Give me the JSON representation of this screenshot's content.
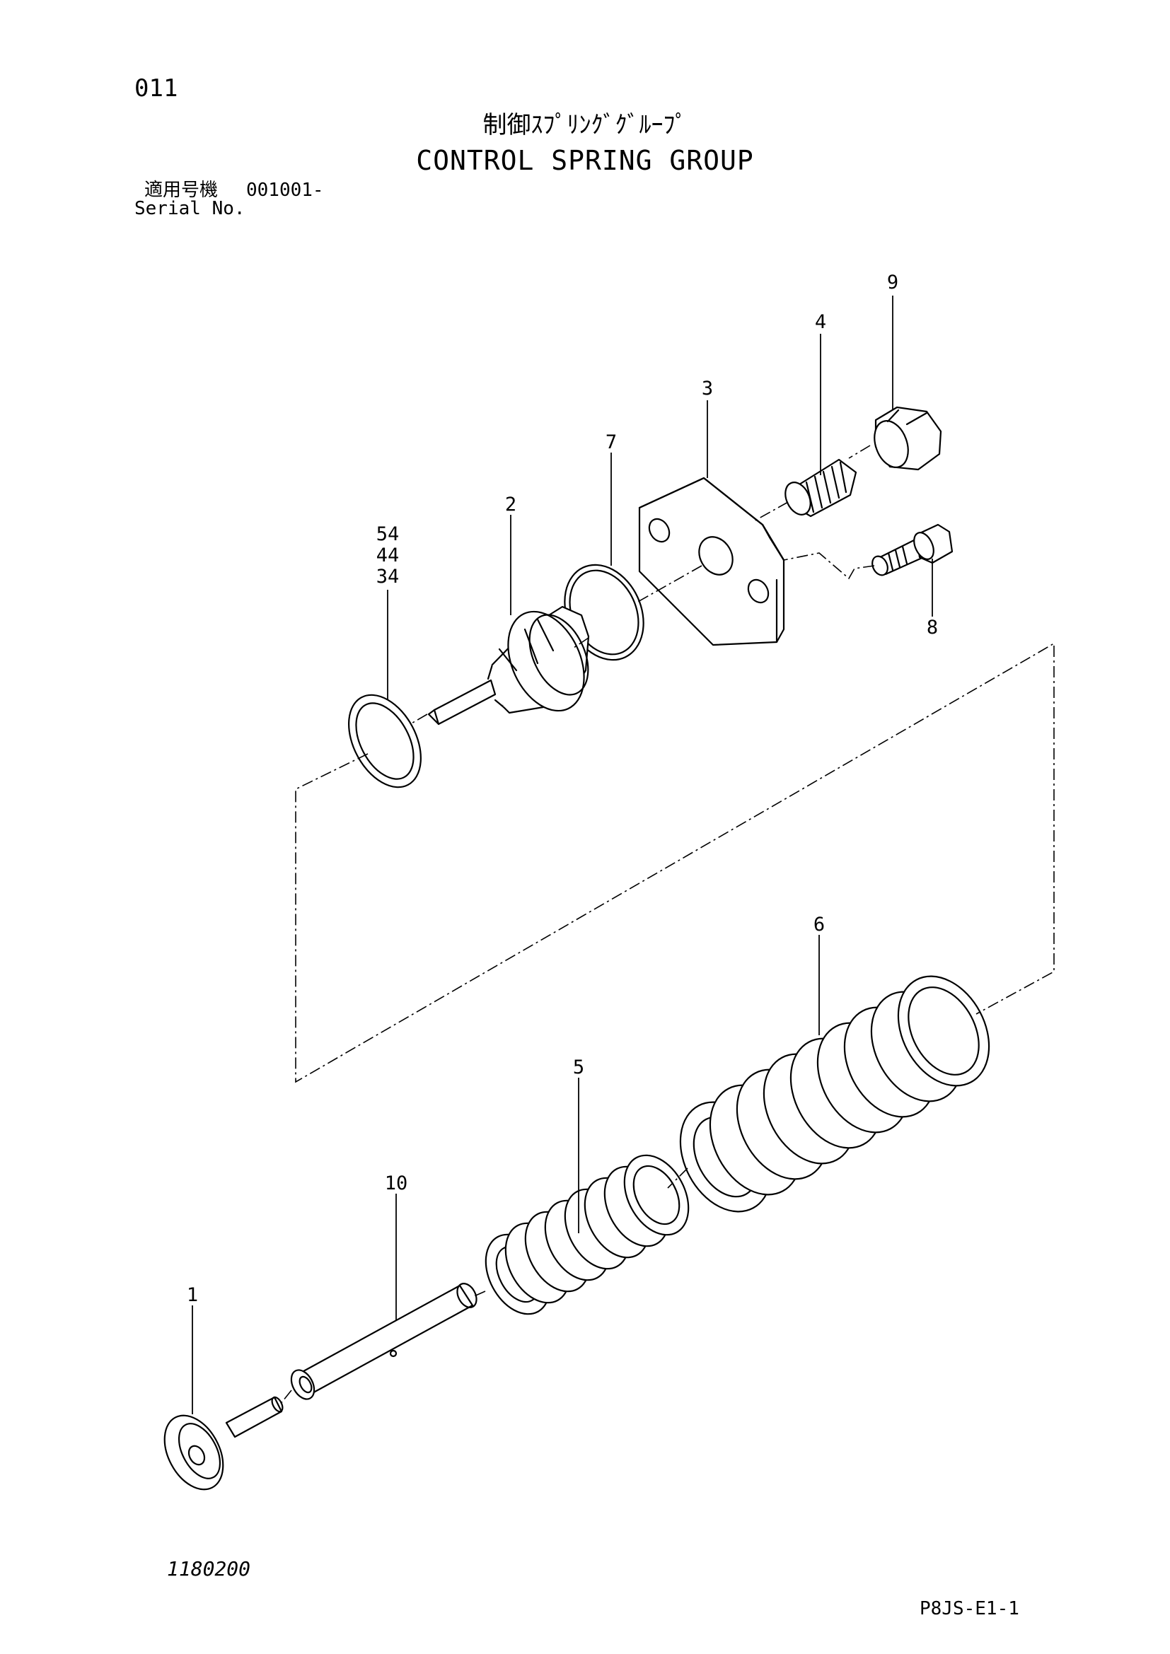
{
  "header": {
    "page_number": "011",
    "title_jp": "制御ｽﾌﾟﾘﾝｸﾞｸﾞﾙｰﾌﾟ",
    "title_en": "CONTROL SPRING GROUP",
    "applicable_label": "適用号機",
    "serial_from": "001001-",
    "serial_label": "Serial No."
  },
  "footer": {
    "drawing_number": "1180200",
    "page_code": "P8JS-E1-1"
  },
  "callouts": {
    "c1": "1",
    "c2": "2",
    "c3": "3",
    "c4": "4",
    "c5": "5",
    "c6": "6",
    "c7": "7",
    "c8": "8",
    "c9": "9",
    "c10": "10",
    "c34": "34",
    "c44": "44",
    "c54": "54"
  }
}
